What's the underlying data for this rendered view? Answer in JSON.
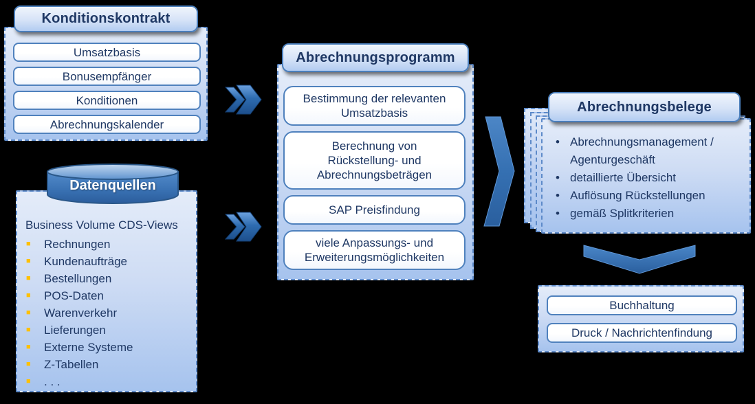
{
  "canvas": {
    "background": "#000000"
  },
  "colors": {
    "accent_blue": "#2e6cb0",
    "panel_dash_border": "#5d8ac9",
    "header_border": "#4a7ebb",
    "white_box_border": "#4f81bd",
    "text_navy": "#1f3864",
    "bullet_orange": "#ffc000",
    "cylinder_blue": "#3a72b4",
    "panel_fill_top": "#e4ecf9",
    "panel_fill_bottom": "#a6c3ee"
  },
  "konditionskontrakt": {
    "title": "Konditionskontrakt",
    "items": [
      "Umsatzbasis",
      "Bonusempfänger",
      "Konditionen",
      "Abrechnungskalender"
    ]
  },
  "datenquellen": {
    "title": "Datenquellen",
    "subtitle": "Business Volume CDS-Views",
    "items": [
      "Rechnungen",
      "Kundenaufträge",
      "Bestellungen",
      "POS-Daten",
      "Warenverkehr",
      "Lieferungen",
      "Externe Systeme",
      "Z-Tabellen",
      ". . ."
    ]
  },
  "abrechnungsprogramm": {
    "title": "Abrechnungsprogramm",
    "steps": [
      "Bestimmung der relevanten\nUmsatzbasis",
      "Berechnung von\nRückstellung- und\nAbrechnungsbeträgen",
      "SAP Preisfindung",
      "viele Anpassungs- und\nErweiterungsmöglichkeiten"
    ]
  },
  "abrechnungsbelege": {
    "title": "Abrechnungsbelege",
    "items": [
      "Abrechnungsmanagement /\nAgenturgeschäft",
      "detaillierte Übersicht",
      "Auflösung Rückstellungen",
      "gemäß Splitkriterien"
    ]
  },
  "ausgabe": {
    "items": [
      "Buchhaltung",
      "Druck / Nachrichtenfindung"
    ]
  }
}
